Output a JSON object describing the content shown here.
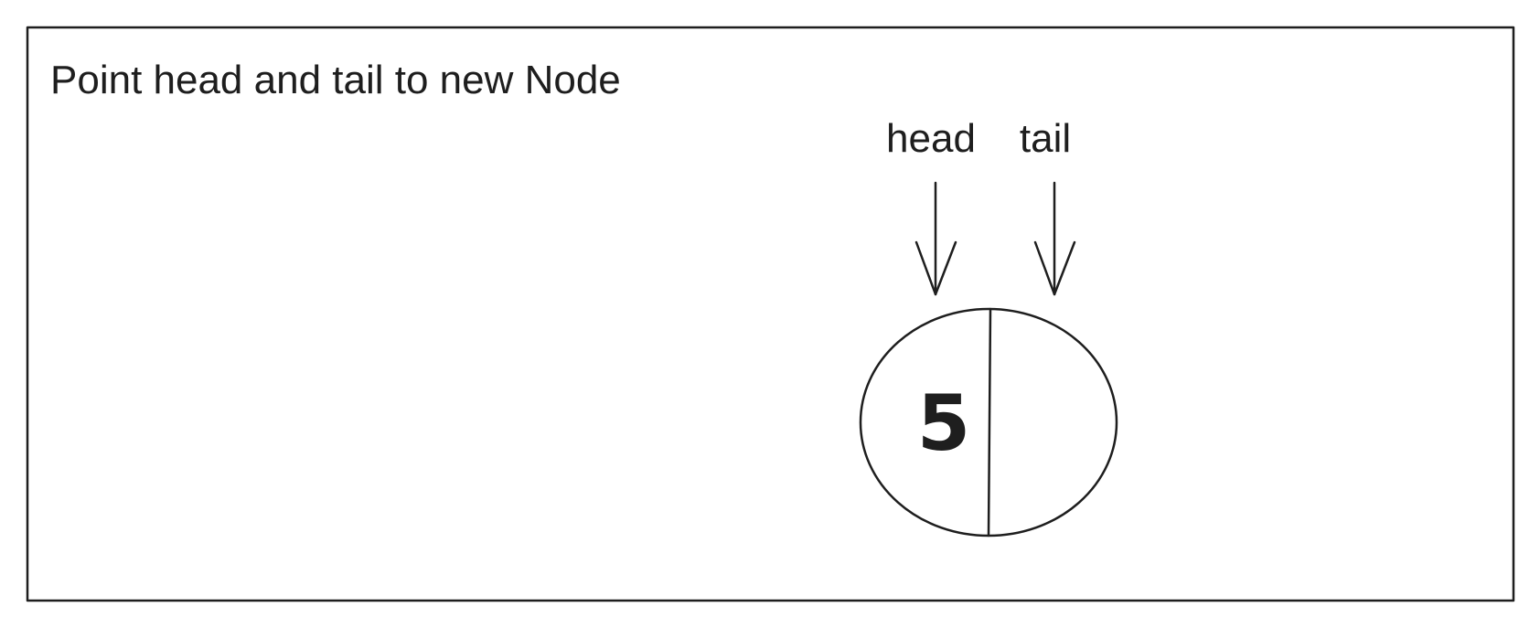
{
  "frame": {
    "title": "Point head and tail to new Node"
  },
  "pointers": [
    {
      "label": "head"
    },
    {
      "label": "tail"
    }
  ],
  "node": {
    "value": "5"
  },
  "colors": {
    "background": "#ffffff",
    "ink": "#1e1e1e"
  }
}
